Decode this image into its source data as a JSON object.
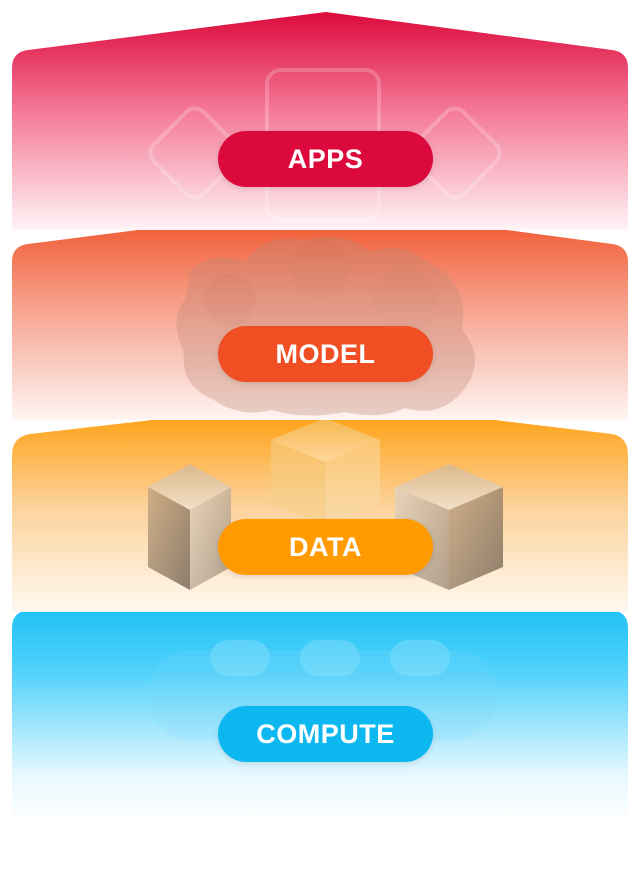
{
  "layers": [
    {
      "id": "apps",
      "label": "APPS",
      "color": "#dc0a3c",
      "icon": "apps-grid-icon"
    },
    {
      "id": "model",
      "label": "MODEL",
      "color": "#f04e23",
      "icon": "model-blob-icon"
    },
    {
      "id": "data",
      "label": "DATA",
      "color": "#ff9a00",
      "icon": "data-cubes-icon"
    },
    {
      "id": "compute",
      "label": "COMPUTE",
      "color": "#0db8f0",
      "icon": "compute-chips-icon"
    }
  ]
}
